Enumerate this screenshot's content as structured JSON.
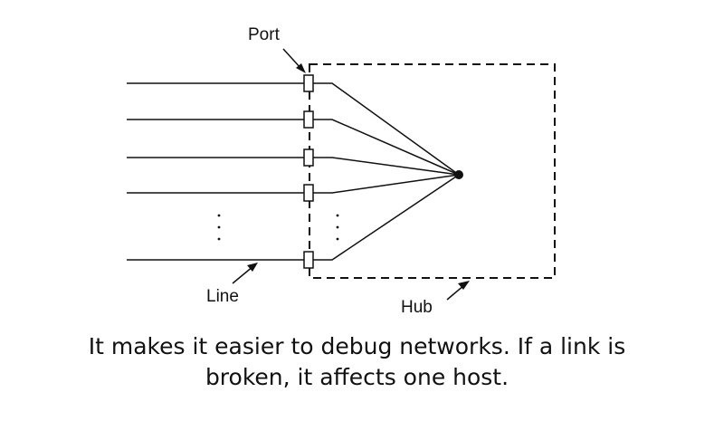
{
  "labels": {
    "port": "Port",
    "line": "Line",
    "hub": "Hub"
  },
  "caption": {
    "line1": "It makes it easier to debug networks. If a link is",
    "line2": "broken, it affects one host."
  },
  "colors": {
    "stroke": "#111111",
    "text": "#111111",
    "background": "#ffffff"
  }
}
